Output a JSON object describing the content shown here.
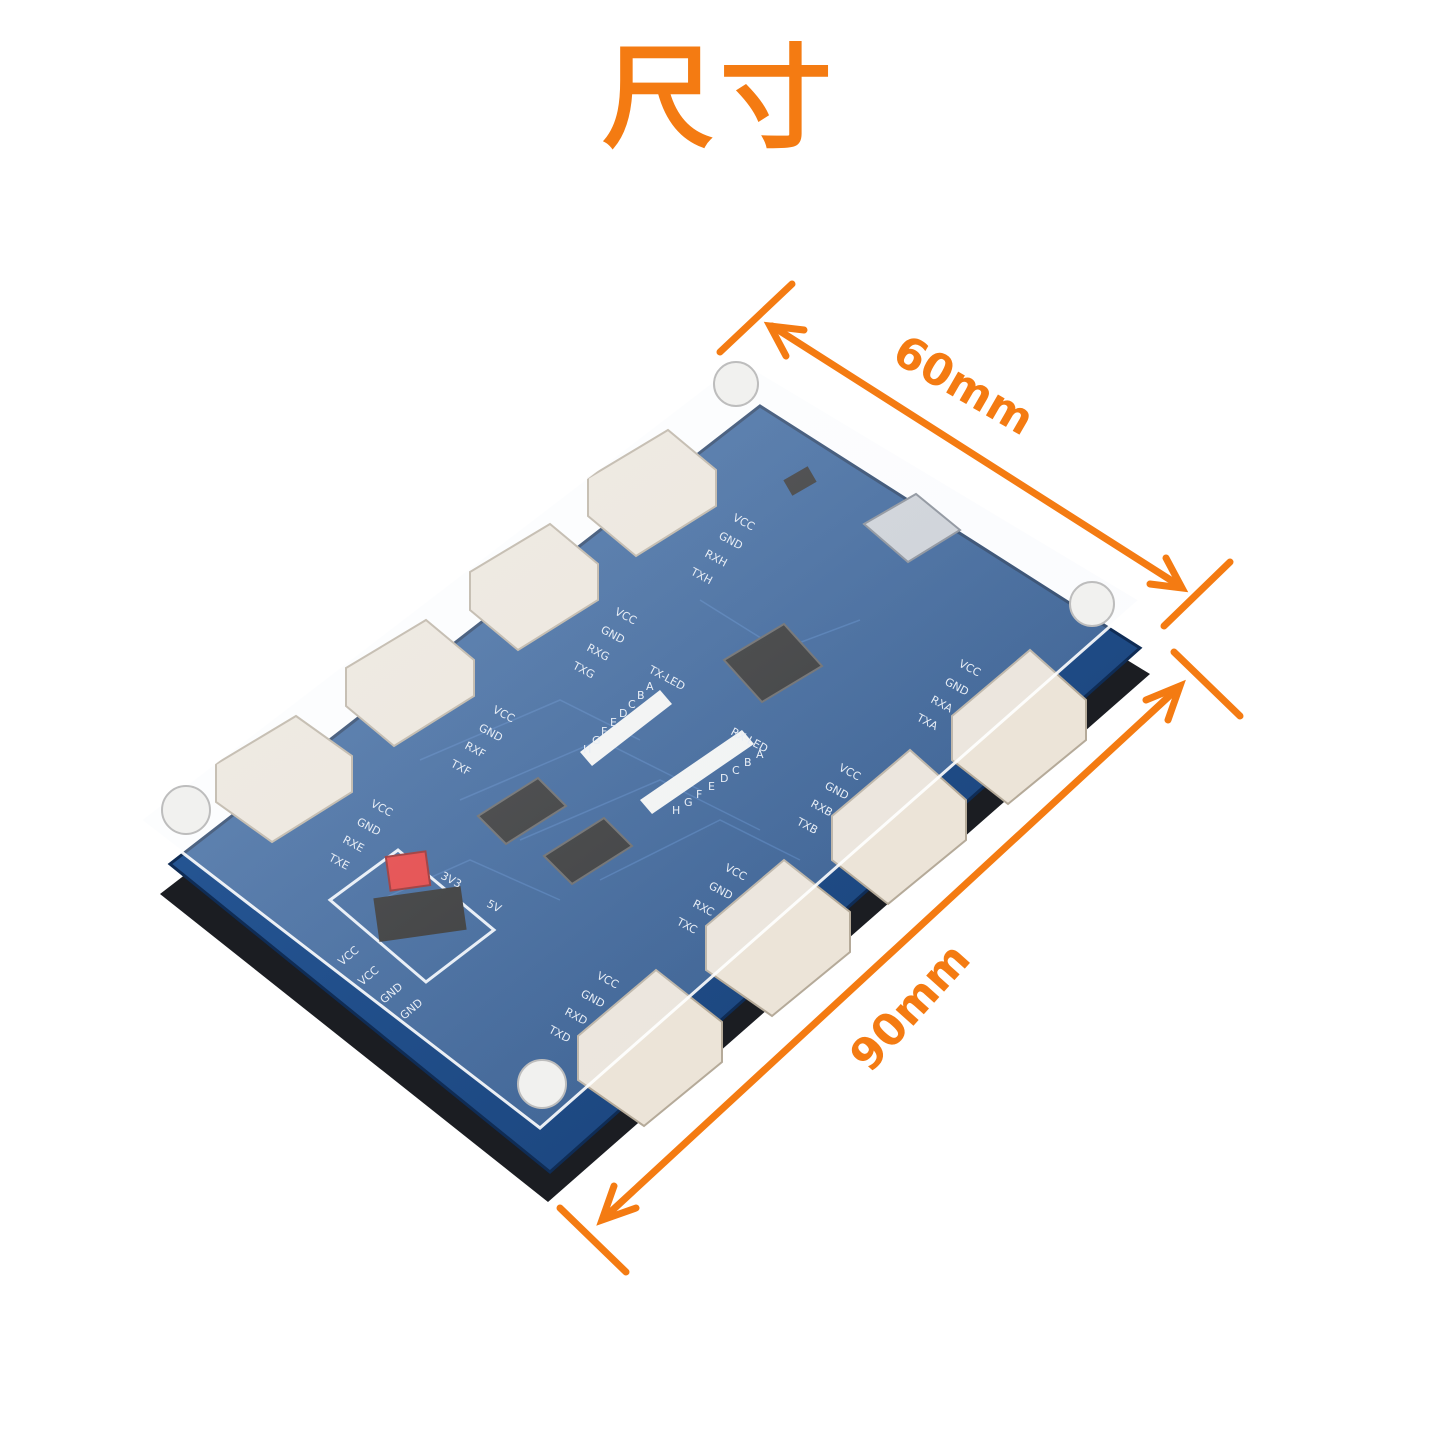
{
  "title": "尺寸",
  "dimensions": {
    "width_label": "60mm",
    "length_label": "90mm"
  },
  "board": {
    "leds": {
      "tx_label": "TX-LED",
      "rx_label": "RX-LED",
      "channels": [
        "A",
        "B",
        "C",
        "D",
        "E",
        "F",
        "G",
        "H"
      ]
    },
    "jumper": {
      "label_left": "3V3",
      "label_right": "5V"
    },
    "ports": [
      {
        "pins": [
          "VCC",
          "GND",
          "RXH",
          "TXH"
        ]
      },
      {
        "pins": [
          "VCC",
          "GND",
          "RXG",
          "TXG"
        ]
      },
      {
        "pins": [
          "VCC",
          "GND",
          "RXF",
          "TXF"
        ]
      },
      {
        "pins": [
          "VCC",
          "GND",
          "RXE",
          "TXE"
        ]
      },
      {
        "pins": [
          "VCC",
          "GND",
          "RXA",
          "TXA"
        ]
      },
      {
        "pins": [
          "VCC",
          "GND",
          "RXB",
          "TXB"
        ]
      },
      {
        "pins": [
          "VCC",
          "GND",
          "RXC",
          "TXC"
        ]
      },
      {
        "pins": [
          "VCC",
          "GND",
          "RXD",
          "TXD"
        ]
      }
    ],
    "power_pins": [
      "VCC",
      "VCC",
      "GND",
      "GND"
    ]
  },
  "colors": {
    "accent": "#f47b12",
    "pcb_blue": "#1f4f8f",
    "connector": "#ece4d8"
  }
}
